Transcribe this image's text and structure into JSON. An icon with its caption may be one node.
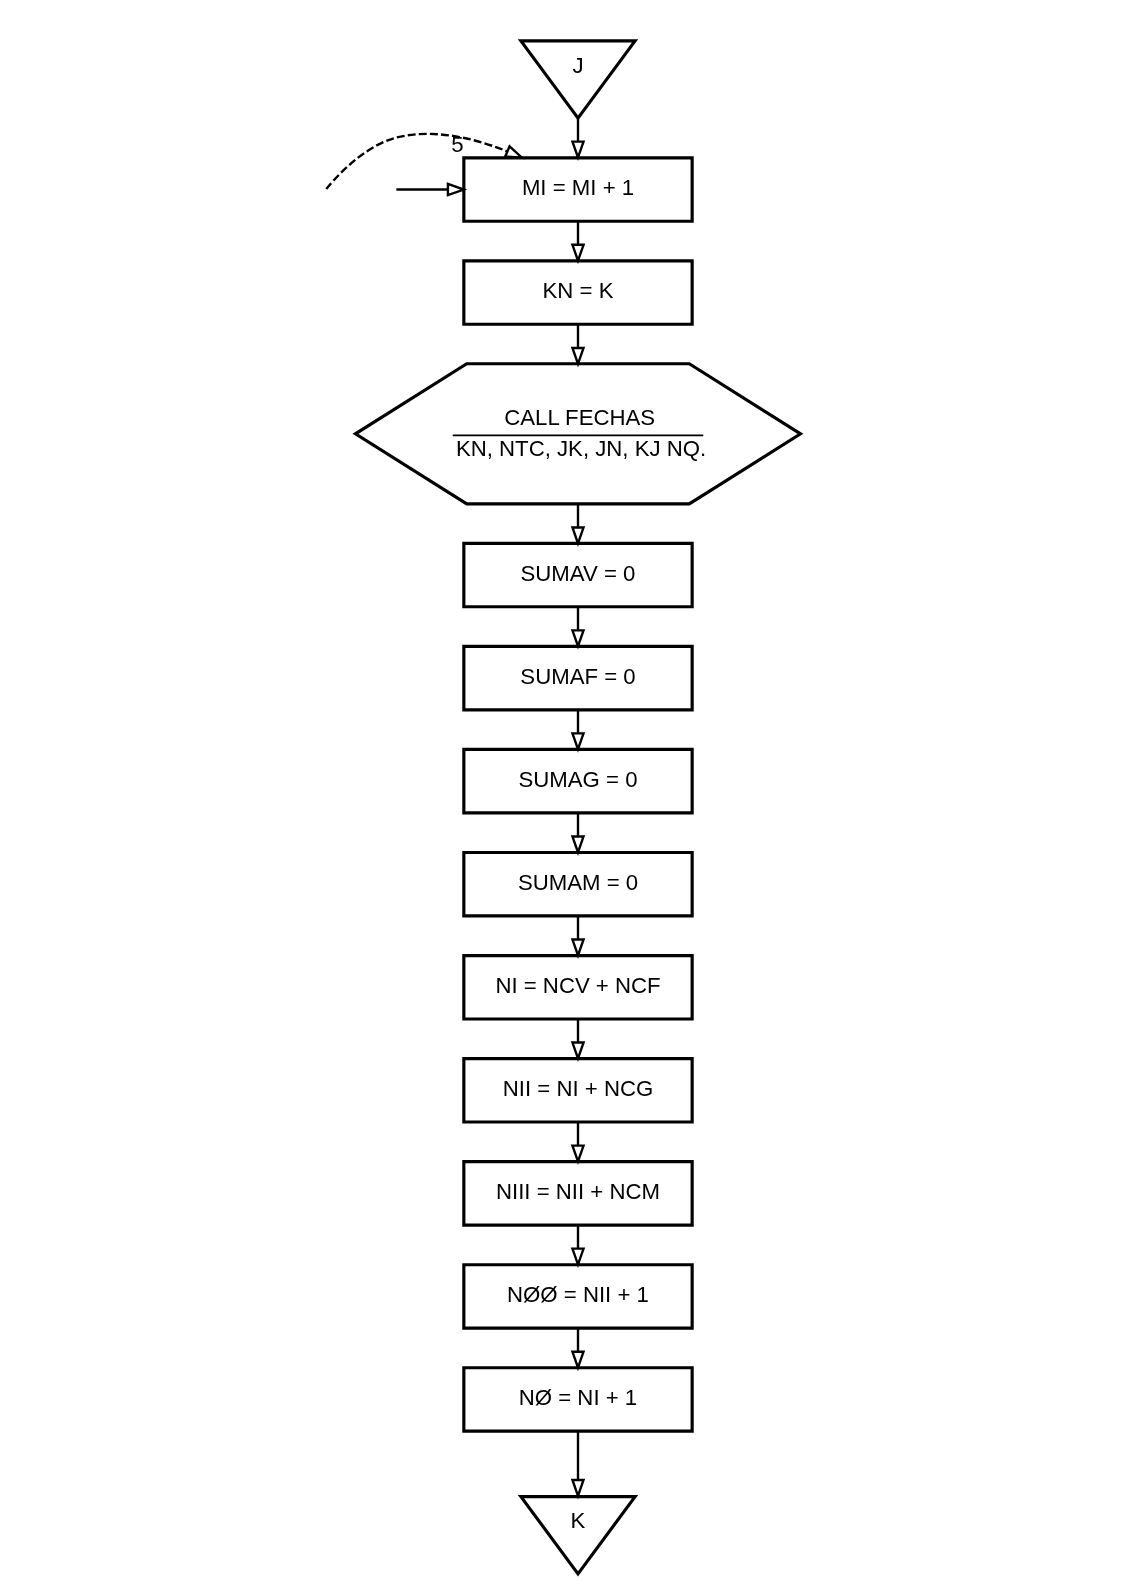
{
  "diagram": {
    "nodes": [
      {
        "text": [
          "J"
        ]
      },
      {
        "text": [
          "MI = MI + 1"
        ],
        "beside": [
          "5"
        ]
      },
      {
        "text": [
          "KN = K"
        ]
      },
      {
        "text": [
          "CALL FECHAS",
          "KN, NTC, JK, JN, KJ NQ."
        ]
      },
      {
        "text": [
          "SUMAV = 0"
        ]
      },
      {
        "text": [
          "SUMAF = 0"
        ]
      },
      {
        "text": [
          "SUMAG = 0"
        ]
      },
      {
        "text": [
          "SUMAM = 0"
        ]
      },
      {
        "text": [
          "NI = NCV + NCF"
        ]
      },
      {
        "text": [
          "NII = NI + NCG"
        ]
      },
      {
        "text": [
          "NIII = NII + NCM"
        ]
      },
      {
        "text": [
          "NØØ = NII + 1"
        ]
      },
      {
        "text": [
          "NØ = NI + 1"
        ]
      },
      {
        "text": [
          "K"
        ]
      }
    ],
    "edges": [
      {
        "from": 0,
        "to": 1,
        "arrow": "to"
      },
      {
        "from": null,
        "to": 1,
        "arrow": "to",
        "style": "dashed"
      },
      {
        "from": null,
        "to": 1,
        "arrow": "to"
      },
      {
        "from": 1,
        "to": 2,
        "arrow": "to"
      },
      {
        "from": 2,
        "to": 3,
        "arrow": "to"
      },
      {
        "from": 3,
        "to": 4,
        "arrow": "to"
      },
      {
        "from": 4,
        "to": 5,
        "arrow": "to"
      },
      {
        "from": 5,
        "to": 6,
        "arrow": "to"
      },
      {
        "from": 6,
        "to": 7,
        "arrow": "to"
      },
      {
        "from": 7,
        "to": 8,
        "arrow": "to"
      },
      {
        "from": 8,
        "to": 9,
        "arrow": "to"
      },
      {
        "from": 9,
        "to": 10,
        "arrow": "to"
      },
      {
        "from": 10,
        "to": 11,
        "arrow": "to"
      },
      {
        "from": 11,
        "to": 12,
        "arrow": "to"
      },
      {
        "from": 12,
        "to": 13,
        "arrow": "to"
      }
    ]
  }
}
